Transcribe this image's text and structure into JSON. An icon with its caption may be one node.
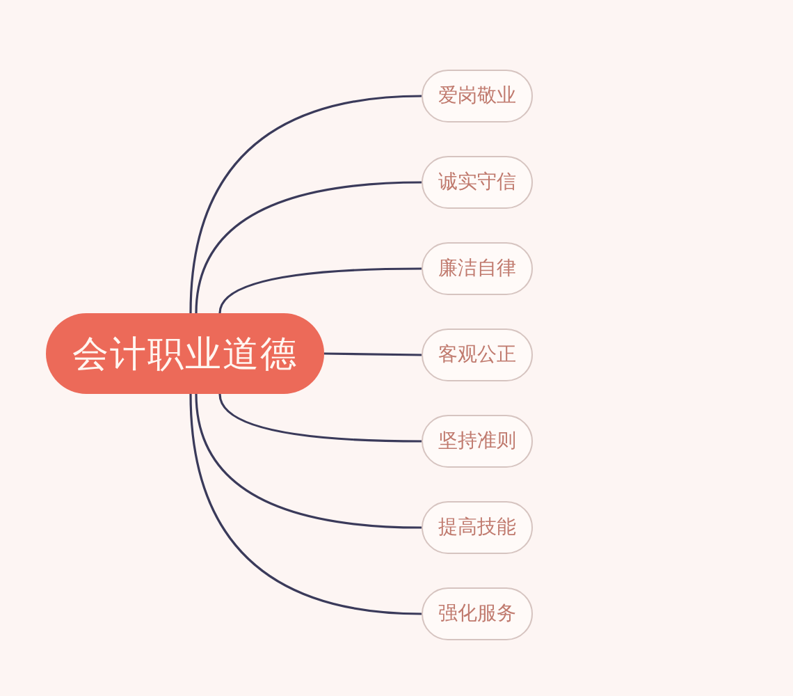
{
  "diagram": {
    "nodes": [
      {
        "text": [
          "会计职业道德"
        ]
      },
      {
        "text": [
          "爱岗敬业"
        ]
      },
      {
        "text": [
          "诚实守信"
        ]
      },
      {
        "text": [
          "廉洁自律"
        ]
      },
      {
        "text": [
          "客观公正"
        ]
      },
      {
        "text": [
          "坚持准则"
        ]
      },
      {
        "text": [
          "提高技能"
        ]
      },
      {
        "text": [
          "强化服务"
        ]
      }
    ],
    "edges": [
      {
        "from": 0,
        "to": 1,
        "arrow": "none"
      },
      {
        "from": 0,
        "to": 2,
        "arrow": "none"
      },
      {
        "from": 0,
        "to": 3,
        "arrow": "none"
      },
      {
        "from": 0,
        "to": 4,
        "arrow": "none"
      },
      {
        "from": 0,
        "to": 5,
        "arrow": "none"
      },
      {
        "from": 0,
        "to": 6,
        "arrow": "none"
      },
      {
        "from": 0,
        "to": 7,
        "arrow": "none"
      }
    ]
  }
}
